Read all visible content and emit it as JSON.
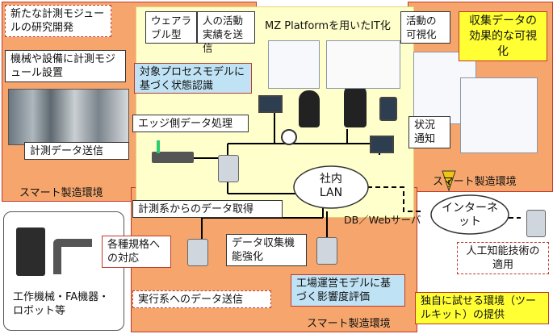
{
  "colors": {
    "orange_region": "#f6a66d",
    "yellow_region": "#ffffcc",
    "callout_blue": "#bfe3f5",
    "highlight_yellow": "#ffff33",
    "accent_red": "#c0392b",
    "warning": "#f1c40f"
  },
  "callouts": {
    "module_research": "新たな計測モジュールの研究開発",
    "module_install": "機械や設備に計測モジュール設置",
    "state_recognition": "対象プロセスモデルに基づく状態認識",
    "edge_processing": "エッジ側データ処理",
    "data_send": "計測データ送信",
    "data_acquire": "計測系からのデータ取得",
    "exec_send": "実行系へのデータ送信",
    "standards": "各種規格への対応",
    "wearable": "ウェアラブル型",
    "human_activity": "人の活動実績を送信",
    "mz_platform": "MZ Platformを用いたIT化",
    "activity_visual": "活動の可視化",
    "effective_visual": "収集データの効果的な可視化",
    "status_notice": "状況通知",
    "data_collect": "データ収集機能強化",
    "factory_model": "工場運営モデルに基づく影響度評価",
    "ai": "人工知能技術の適用",
    "toolkit": "独自に試せる環境（ツールキット）の提供"
  },
  "labels": {
    "smart_env": "スマート製造環境",
    "lan": "社内LAN",
    "db_server": "DB／Webサーバ",
    "internet": "インターネット",
    "machines": "工作機械・FA機器・ロボット等"
  }
}
